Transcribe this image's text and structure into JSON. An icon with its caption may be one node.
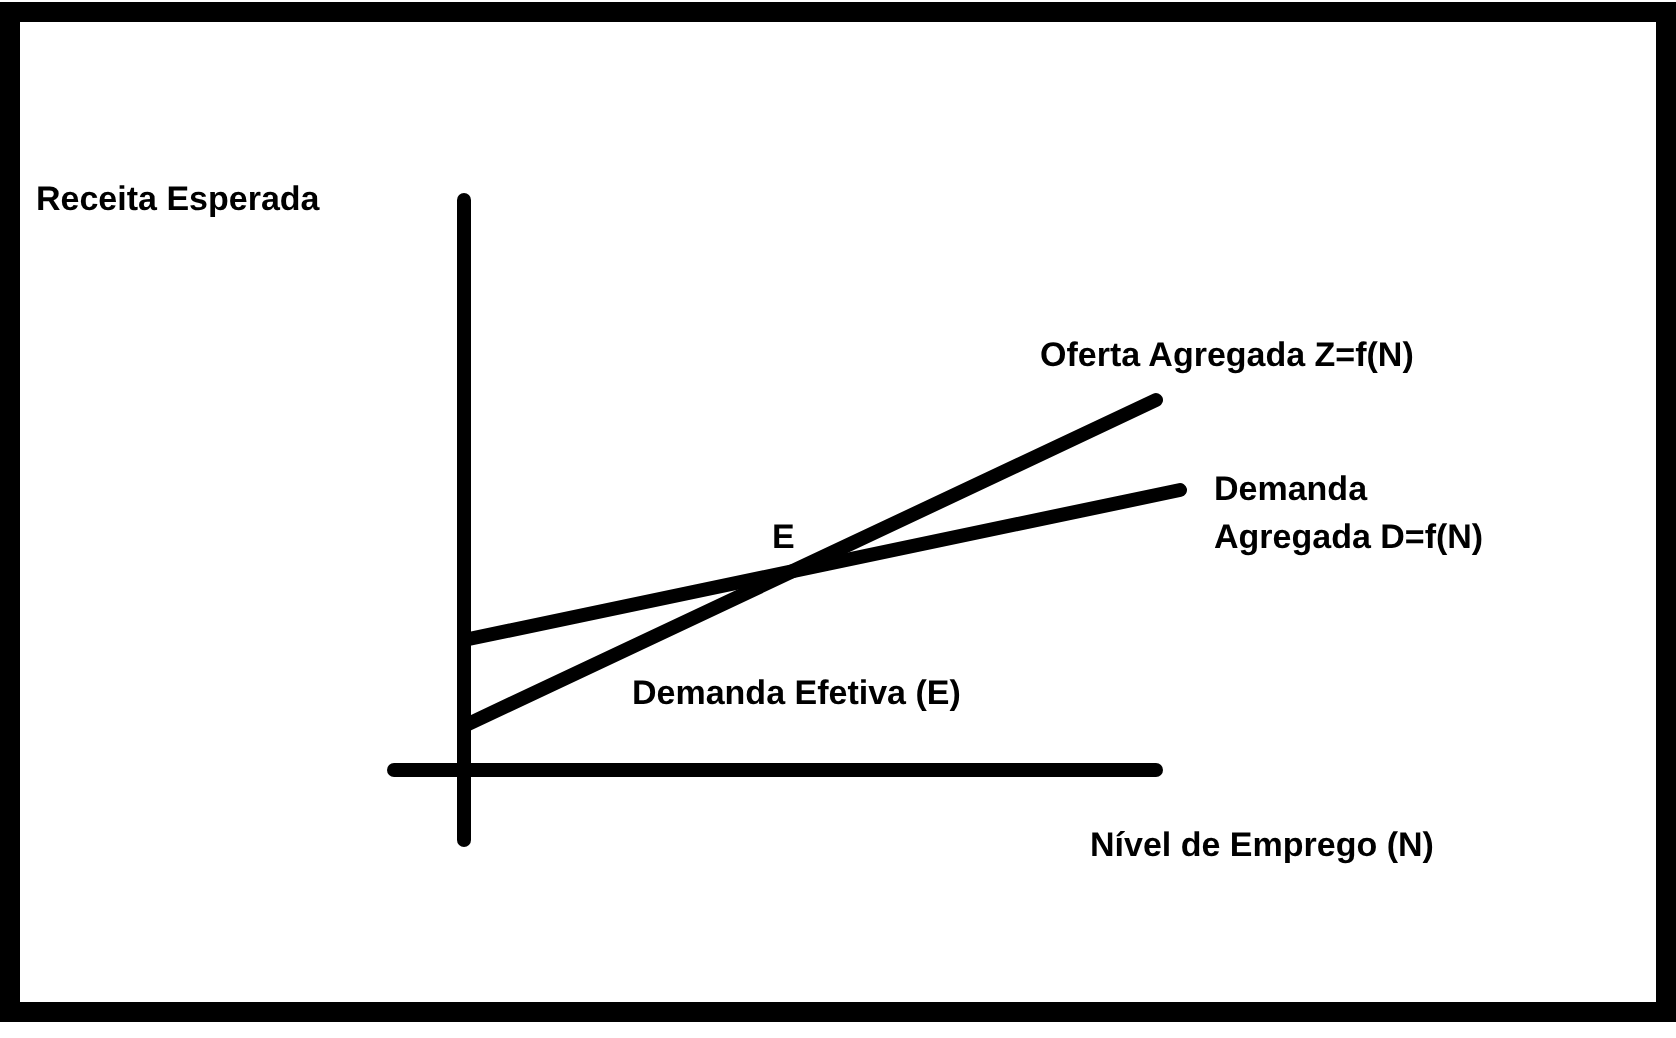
{
  "diagram": {
    "labels": [
      "Receita Esperada",
      "Oferta Agregada Z=f(N)",
      "Demanda Agregada D=f(N)",
      "E",
      "Demanda Efetiva (E)",
      "Nível de Emprego (N)"
    ]
  }
}
